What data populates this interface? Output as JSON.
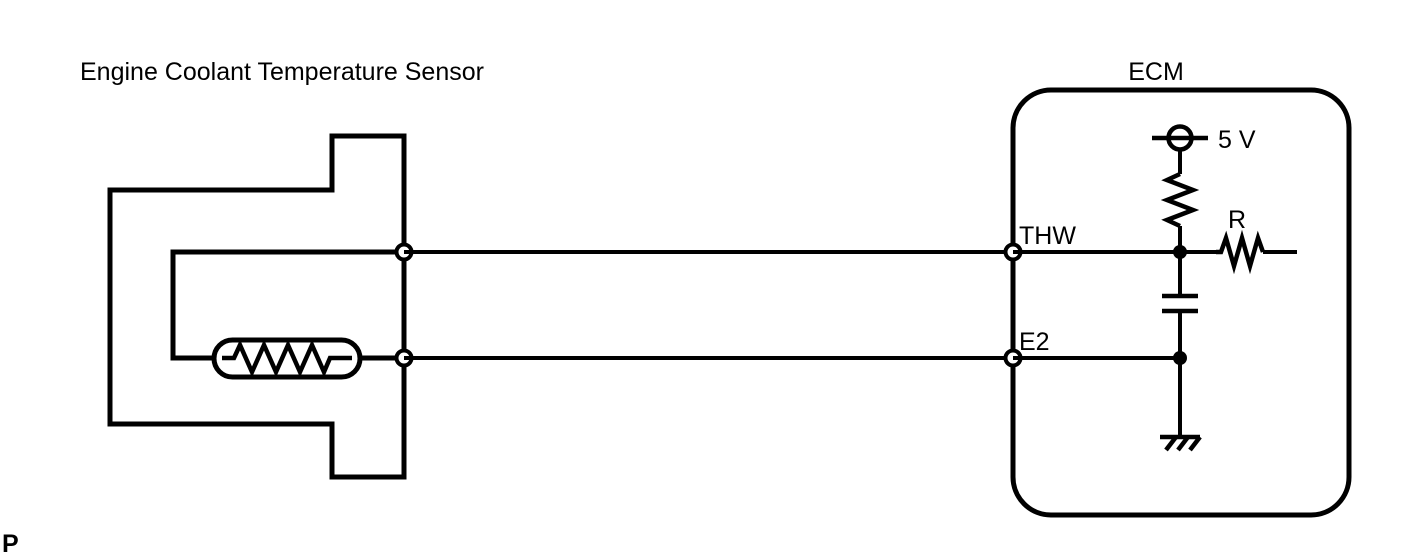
{
  "diagram": {
    "title": "Engine Coolant Temperature Sensor",
    "corner_mark": "P",
    "background_color": "#ffffff",
    "line_color": "#000000"
  },
  "sensor": {
    "name": "Engine Coolant Temperature Sensor",
    "element": "thermistor",
    "element_symbol": "zigzag-resistor-in-capsule",
    "terminals": [
      {
        "name": "signal-terminal",
        "node_type": "open-circle"
      },
      {
        "name": "ground-terminal",
        "node_type": "open-circle"
      }
    ]
  },
  "ecm": {
    "label": "ECM",
    "terminals": [
      {
        "id": "THW",
        "label": "THW",
        "node_type": "open-circle"
      },
      {
        "id": "E2",
        "label": "E2",
        "node_type": "open-circle"
      }
    ],
    "components": [
      {
        "id": "supply",
        "label": "5 V",
        "symbol": "voltage-source-circle"
      },
      {
        "id": "pullup",
        "label": "",
        "symbol": "resistor-vertical"
      },
      {
        "id": "filter-cap",
        "label": "",
        "symbol": "capacitor"
      },
      {
        "id": "R",
        "label": "R",
        "symbol": "resistor-horizontal"
      },
      {
        "id": "ground",
        "label": "",
        "symbol": "chassis-ground"
      }
    ]
  },
  "wires": [
    {
      "id": "thw-line",
      "from": "sensor-signal-terminal",
      "to": "ECM-THW"
    },
    {
      "id": "e2-line",
      "from": "sensor-ground-terminal",
      "to": "ECM-E2"
    }
  ]
}
